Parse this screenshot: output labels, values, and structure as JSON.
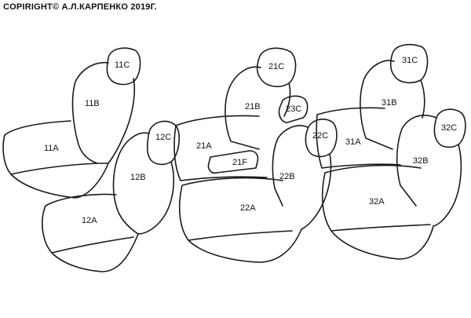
{
  "copyright": "COPIRIGHT© А.Л.КАРПЕНКО 2019Г.",
  "colors": {
    "line": "#1a1a1a",
    "background": "#ffffff",
    "text": "#111111"
  },
  "parts": {
    "p11C": "11C",
    "p11B": "11B",
    "p11A": "11A",
    "p12C": "12C",
    "p12B": "12B",
    "p12A": "12A",
    "p21C": "21C",
    "p21B": "21B",
    "p21A": "21A",
    "p21F": "21F",
    "p23C": "23C",
    "p22C": "22C",
    "p22B": "22B",
    "p22A": "22A",
    "p31C": "31C",
    "p31B": "31B",
    "p31A": "31A",
    "p32C": "32C",
    "p32B": "32B",
    "p32A": "32A"
  }
}
